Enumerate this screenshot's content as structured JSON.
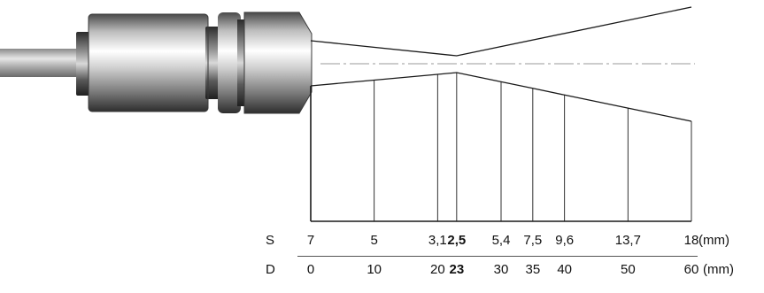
{
  "diagram": {
    "rows": {
      "s": {
        "label": "S",
        "unit": "(mm)",
        "values": [
          "7",
          "5",
          "3,1",
          "2,5",
          "5,4",
          "7,5",
          "9,6",
          "13,7",
          "18"
        ],
        "emphasis_index": 3
      },
      "d": {
        "label": "D",
        "unit": "(mm)",
        "values": [
          "0",
          "10",
          "20",
          "23",
          "30",
          "35",
          "40",
          "50",
          "60"
        ],
        "emphasis_index": 3
      }
    },
    "colors": {
      "lines": "#1a1a1a",
      "center_line": "#9a9a9a",
      "sensor_metal": "#a8a8a8",
      "sensor_dark": "#3c3c3c"
    },
    "icons": [
      "ir-sensor-optic-head"
    ]
  }
}
